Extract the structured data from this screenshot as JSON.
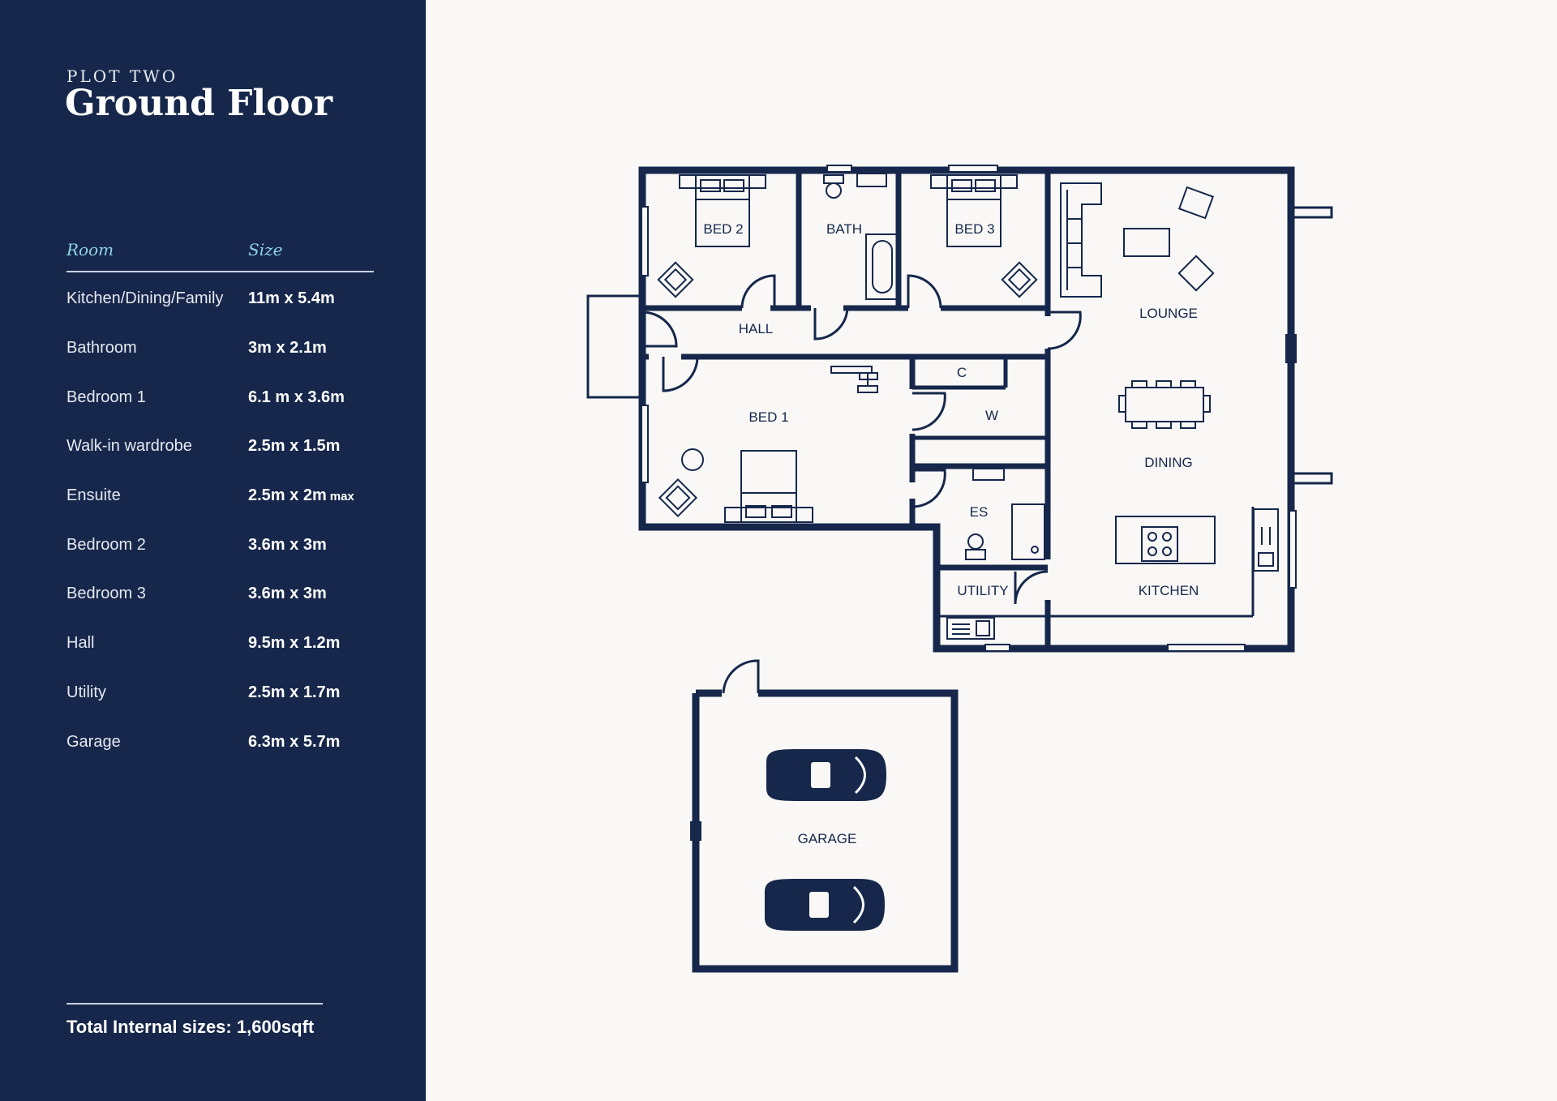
{
  "sidebar": {
    "plot_label": "PLOT TWO",
    "title": "Ground Floor",
    "columns": {
      "room": "Room",
      "size": "Size"
    },
    "rooms": [
      {
        "name": "Kitchen/Dining/Family",
        "size": "11m x 5.4m"
      },
      {
        "name": "Bathroom",
        "size": "3m x 2.1m"
      },
      {
        "name": "Bedroom 1",
        "size": "6.1 m x 3.6m"
      },
      {
        "name": "Walk-in wardrobe",
        "size": "2.5m x 1.5m"
      },
      {
        "name": "Ensuite",
        "size": "2.5m x 2m",
        "suffix": "max"
      },
      {
        "name": "Bedroom 2",
        "size": "3.6m x 3m"
      },
      {
        "name": "Bedroom 3",
        "size": "3.6m x 3m"
      },
      {
        "name": "Hall",
        "size": "9.5m x 1.2m"
      },
      {
        "name": "Utility",
        "size": "2.5m x 1.7m"
      },
      {
        "name": "Garage",
        "size": "6.3m x 5.7m"
      }
    ],
    "total": "Total Internal sizes: 1,600sqft"
  },
  "plan": {
    "labels": {
      "bed2": "BED 2",
      "bath": "BATH",
      "bed3": "BED 3",
      "lounge": "LOUNGE",
      "hall": "HALL",
      "bed1": "BED 1",
      "cupboard": "C",
      "wardrobe": "W",
      "dining": "DINING",
      "ensuite": "ES",
      "utility": "UTILITY",
      "kitchen": "KITCHEN",
      "garage": "GARAGE"
    }
  },
  "colors": {
    "navy": "#16274b",
    "background": "#f9f8f6",
    "accent": "#8fd3e6"
  }
}
